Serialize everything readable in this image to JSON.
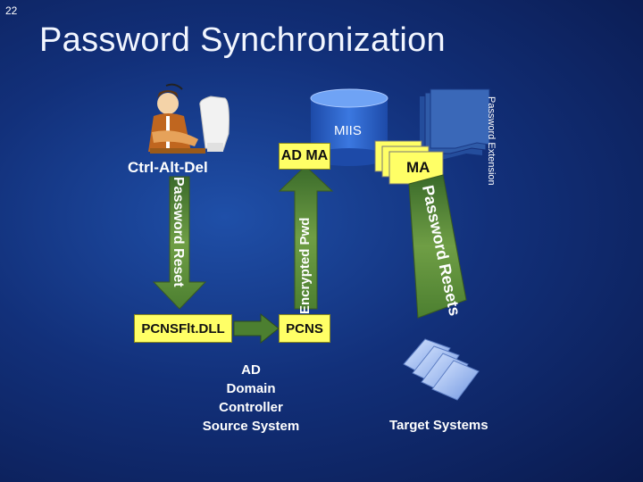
{
  "slide": {
    "number": "22",
    "title": "Password Synchronization"
  },
  "diagram": {
    "miis_label": "MIIS",
    "password_extension_label": "Password Extension",
    "ad_ma_label": "AD MA",
    "ma_label": "MA",
    "ctrl_alt_del_label": "Ctrl-Alt-Del",
    "password_reset_label": "Password Reset",
    "encrypted_pwd_label": "Encrypted Pwd",
    "password_resets_label": "Password Resets",
    "pcnsflt_dll_label": "PCNSFlt.DLL",
    "pcns_label": "PCNS",
    "source_system_lines": [
      "AD",
      "Domain",
      "Controller",
      "Source System"
    ],
    "target_systems_label": "Target Systems",
    "icons": [
      "user-at-computer-icon",
      "database-cylinder-icon",
      "document-stack-icon"
    ],
    "colors": {
      "background": "#12307a",
      "box_fill": "#ffff66",
      "cylinder": "#2a5fc8",
      "extension_doc": "#2f5ba8",
      "arrow_fill": "#5b8a38",
      "text": "#ffffff"
    }
  }
}
